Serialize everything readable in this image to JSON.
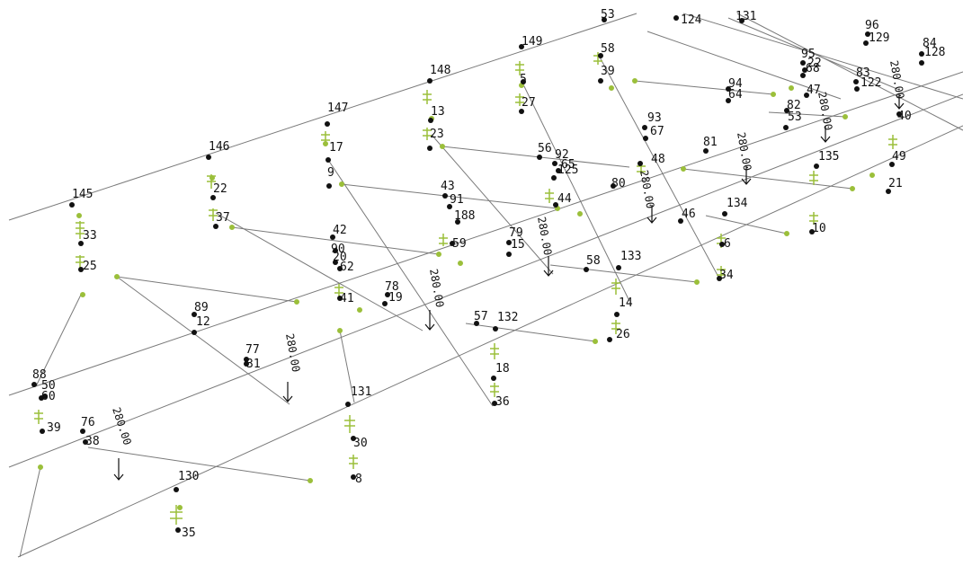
{
  "colors": {
    "member": "#7a7a7a",
    "node": "#111111",
    "support": "#9bbf3a",
    "label": "#111111",
    "load": "#111111"
  },
  "nodes": [
    {
      "id": "145",
      "label": "145"
    },
    {
      "id": "146",
      "label": "146"
    },
    {
      "id": "147",
      "label": "147"
    },
    {
      "id": "148",
      "label": "148"
    },
    {
      "id": "149",
      "label": "149"
    },
    {
      "id": "n53",
      "label": "53"
    },
    {
      "id": "33",
      "label": "33"
    },
    {
      "id": "25",
      "label": "25"
    },
    {
      "id": "22",
      "label": "22"
    },
    {
      "id": "37",
      "label": "37"
    },
    {
      "id": "17",
      "label": "17"
    },
    {
      "id": "9",
      "label": "9"
    },
    {
      "id": "13",
      "label": "13"
    },
    {
      "id": "23",
      "label": "23"
    },
    {
      "id": "5",
      "label": "5"
    },
    {
      "id": "27",
      "label": "27"
    },
    {
      "id": "58b",
      "label": "58"
    },
    {
      "id": "39b",
      "label": "39"
    },
    {
      "id": "124",
      "label": "124"
    },
    {
      "id": "131b",
      "label": "131"
    },
    {
      "id": "96",
      "label": "96"
    },
    {
      "id": "129",
      "label": "129"
    },
    {
      "id": "84",
      "label": "84"
    },
    {
      "id": "128",
      "label": "128"
    },
    {
      "id": "95",
      "label": "95"
    },
    {
      "id": "22b",
      "label": "22"
    },
    {
      "id": "68",
      "label": "68"
    },
    {
      "id": "83",
      "label": "83"
    },
    {
      "id": "122",
      "label": "122"
    },
    {
      "id": "94",
      "label": "94"
    },
    {
      "id": "64",
      "label": "64"
    },
    {
      "id": "47",
      "label": "47"
    },
    {
      "id": "82",
      "label": "82"
    },
    {
      "id": "53b",
      "label": "53"
    },
    {
      "id": "93",
      "label": "93"
    },
    {
      "id": "67",
      "label": "67"
    },
    {
      "id": "40",
      "label": "40"
    },
    {
      "id": "49",
      "label": "49"
    },
    {
      "id": "21",
      "label": "21"
    },
    {
      "id": "56",
      "label": "56"
    },
    {
      "id": "92",
      "label": "92"
    },
    {
      "id": "65",
      "label": "65"
    },
    {
      "id": "125",
      "label": "125"
    },
    {
      "id": "48",
      "label": "48"
    },
    {
      "id": "81",
      "label": "81"
    },
    {
      "id": "135",
      "label": "135"
    },
    {
      "id": "43",
      "label": "43"
    },
    {
      "id": "91",
      "label": "91"
    },
    {
      "id": "44",
      "label": "44"
    },
    {
      "id": "80",
      "label": "80"
    },
    {
      "id": "46",
      "label": "46"
    },
    {
      "id": "134",
      "label": "134"
    },
    {
      "id": "10",
      "label": "10"
    },
    {
      "id": "188",
      "label": "188"
    },
    {
      "id": "59",
      "label": "59"
    },
    {
      "id": "42",
      "label": "42"
    },
    {
      "id": "90",
      "label": "90"
    },
    {
      "id": "20",
      "label": "20"
    },
    {
      "id": "62",
      "label": "62"
    },
    {
      "id": "79",
      "label": "79"
    },
    {
      "id": "15",
      "label": "15"
    },
    {
      "id": "6",
      "label": "6"
    },
    {
      "id": "58",
      "label": "58"
    },
    {
      "id": "133",
      "label": "133"
    },
    {
      "id": "34",
      "label": "34"
    },
    {
      "id": "41",
      "label": "41"
    },
    {
      "id": "78",
      "label": "78"
    },
    {
      "id": "19",
      "label": "19"
    },
    {
      "id": "14",
      "label": "14"
    },
    {
      "id": "89",
      "label": "89"
    },
    {
      "id": "12",
      "label": "12"
    },
    {
      "id": "57",
      "label": "57"
    },
    {
      "id": "132",
      "label": "132"
    },
    {
      "id": "26",
      "label": "26"
    },
    {
      "id": "77",
      "label": "77"
    },
    {
      "id": "31",
      "label": "31"
    },
    {
      "id": "18",
      "label": "18"
    },
    {
      "id": "88",
      "label": "88"
    },
    {
      "id": "50",
      "label": "50"
    },
    {
      "id": "60",
      "label": "60"
    },
    {
      "id": "36",
      "label": "36"
    },
    {
      "id": "131",
      "label": "131"
    },
    {
      "id": "39",
      "label": "39"
    },
    {
      "id": "76",
      "label": "76"
    },
    {
      "id": "38",
      "label": "38"
    },
    {
      "id": "30",
      "label": "30"
    },
    {
      "id": "8",
      "label": "8"
    },
    {
      "id": "130",
      "label": "130"
    },
    {
      "id": "35",
      "label": "35"
    }
  ],
  "loads": [
    {
      "id": "load-1",
      "label": "280.00"
    },
    {
      "id": "load-2",
      "label": "280.00"
    },
    {
      "id": "load-3",
      "label": "280.00"
    },
    {
      "id": "load-4",
      "label": "280.00"
    },
    {
      "id": "load-5",
      "label": "280.00"
    },
    {
      "id": "load-6",
      "label": "280.00"
    },
    {
      "id": "load-7",
      "label": "280.00"
    },
    {
      "id": "load-8",
      "label": "280.00"
    }
  ]
}
